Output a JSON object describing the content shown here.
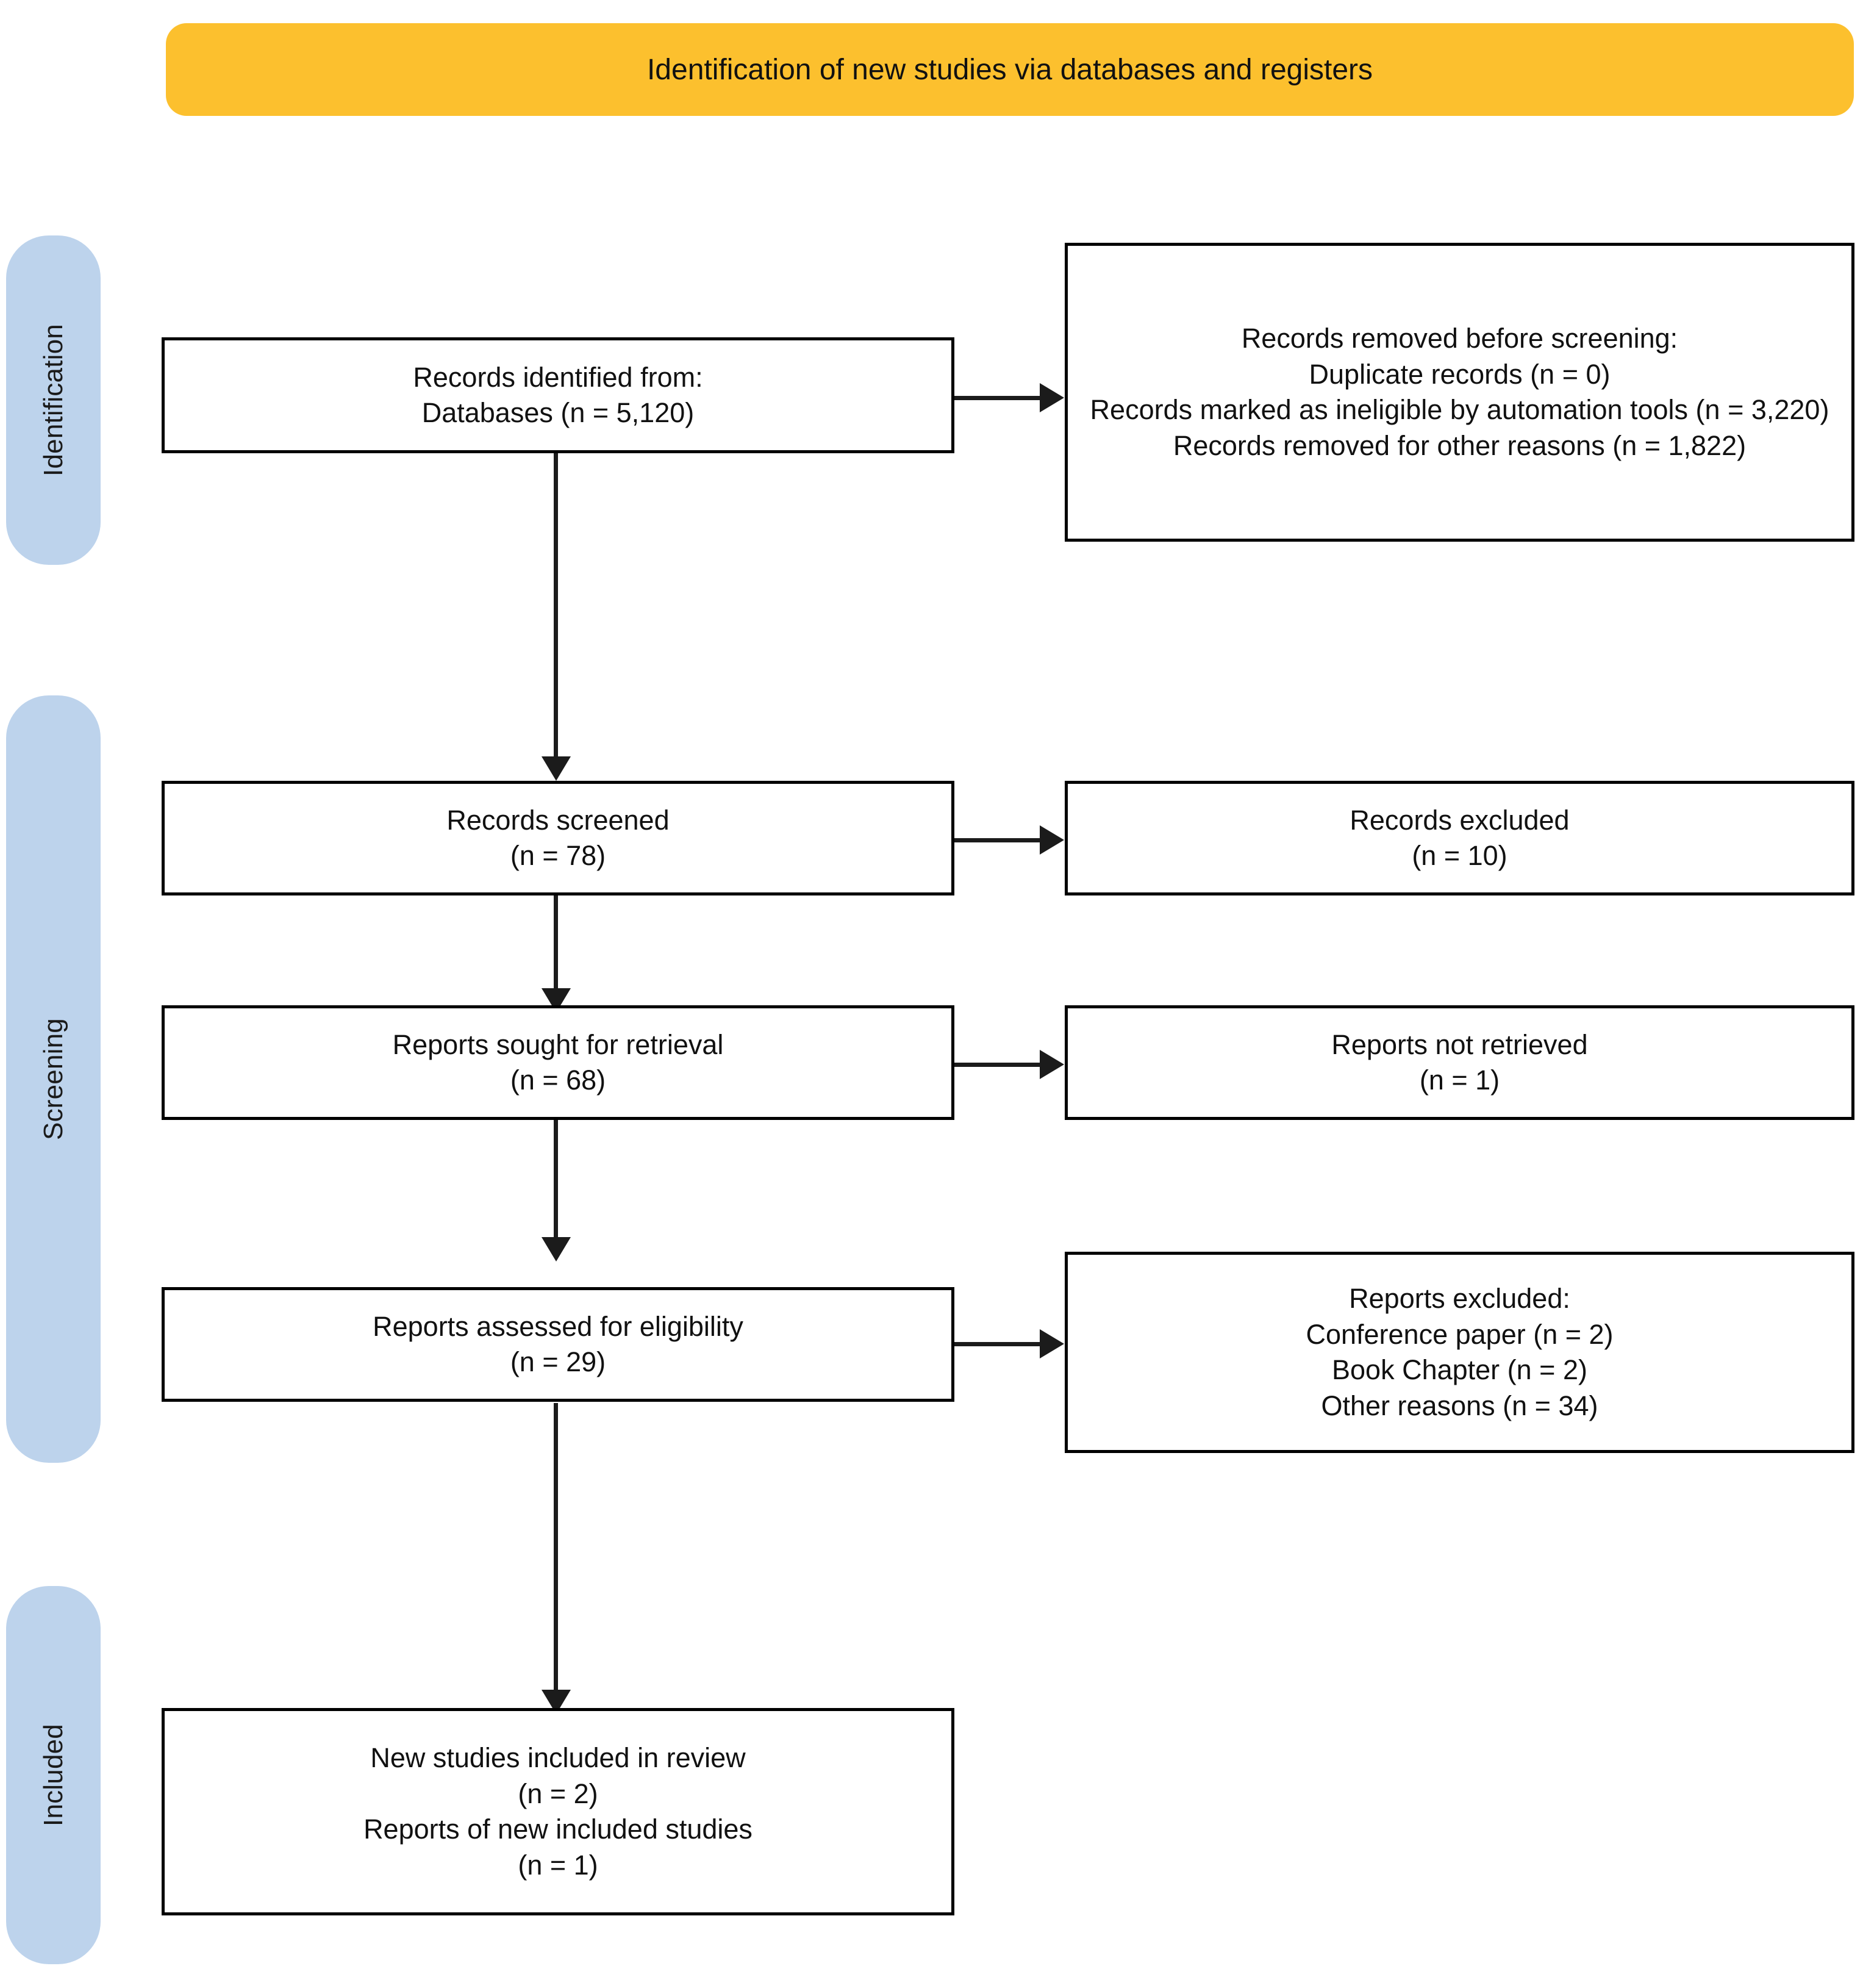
{
  "banner": {
    "title": "Identification of new studies via databases and registers",
    "color": "#fcc02e"
  },
  "phases": [
    {
      "id": "identification",
      "label": "Identification",
      "color": "#bdd3ec"
    },
    {
      "id": "screening",
      "label": "Screening",
      "color": "#bdd3ec"
    },
    {
      "id": "included",
      "label": "Included",
      "color": "#bdd3ec"
    }
  ],
  "boxes": {
    "records_identified": {
      "text": "Records identified from:\nDatabases (n = 5,120)"
    },
    "records_removed": {
      "text": "Records removed before screening:\nDuplicate records (n = 0)\nRecords marked as ineligible by automation tools (n = 3,220)\nRecords removed for other reasons (n = 1,822)"
    },
    "records_screened": {
      "text": "Records screened\n(n = 78)"
    },
    "records_excluded": {
      "text": "Records excluded\n(n = 10)"
    },
    "reports_sought": {
      "text": "Reports sought for retrieval\n(n = 68)"
    },
    "reports_not_retrieved": {
      "text": "Reports not retrieved\n(n = 1)"
    },
    "reports_assessed": {
      "text": "Reports assessed for eligibility\n(n = 29)"
    },
    "reports_excluded": {
      "text": "Reports excluded:\nConference paper (n = 2)\nBook Chapter (n = 2)\nOther reasons (n = 34)"
    },
    "new_studies_included": {
      "text": "New studies included in review\n(n = 2)\nReports of new included studies\n(n = 1)"
    }
  },
  "chart_data": {
    "type": "diagram",
    "title": "PRISMA 2020 flow diagram — Identification of new studies via databases and registers",
    "phases": [
      "Identification",
      "Screening",
      "Included"
    ],
    "nodes": [
      {
        "id": "records_identified",
        "phase": "Identification",
        "label": "Records identified from: Databases",
        "n": 5120
      },
      {
        "id": "duplicate_records",
        "phase": "Identification",
        "label": "Duplicate records removed",
        "n": 0
      },
      {
        "id": "ineligible_automation",
        "phase": "Identification",
        "label": "Records marked as ineligible by automation tools",
        "n": 3220
      },
      {
        "id": "removed_other",
        "phase": "Identification",
        "label": "Records removed for other reasons",
        "n": 1822
      },
      {
        "id": "records_screened",
        "phase": "Screening",
        "label": "Records screened",
        "n": 78
      },
      {
        "id": "records_excluded",
        "phase": "Screening",
        "label": "Records excluded",
        "n": 10
      },
      {
        "id": "reports_sought",
        "phase": "Screening",
        "label": "Reports sought for retrieval",
        "n": 68
      },
      {
        "id": "reports_not_retrieved",
        "phase": "Screening",
        "label": "Reports not retrieved",
        "n": 1
      },
      {
        "id": "reports_assessed",
        "phase": "Screening",
        "label": "Reports assessed for eligibility",
        "n": 29
      },
      {
        "id": "excluded_conference_paper",
        "phase": "Screening",
        "label": "Reports excluded: Conference paper",
        "n": 2
      },
      {
        "id": "excluded_book_chapter",
        "phase": "Screening",
        "label": "Reports excluded: Book Chapter",
        "n": 2
      },
      {
        "id": "excluded_other_reasons",
        "phase": "Screening",
        "label": "Reports excluded: Other reasons",
        "n": 34
      },
      {
        "id": "new_studies_included",
        "phase": "Included",
        "label": "New studies included in review",
        "n": 2
      },
      {
        "id": "reports_new_included",
        "phase": "Included",
        "label": "Reports of new included studies",
        "n": 1
      }
    ],
    "edges": [
      {
        "from": "records_identified",
        "to": "records_removed",
        "direction": "right"
      },
      {
        "from": "records_identified",
        "to": "records_screened",
        "direction": "down"
      },
      {
        "from": "records_screened",
        "to": "records_excluded",
        "direction": "right"
      },
      {
        "from": "records_screened",
        "to": "reports_sought",
        "direction": "down"
      },
      {
        "from": "reports_sought",
        "to": "reports_not_retrieved",
        "direction": "right"
      },
      {
        "from": "reports_sought",
        "to": "reports_assessed",
        "direction": "down"
      },
      {
        "from": "reports_assessed",
        "to": "reports_excluded",
        "direction": "right"
      },
      {
        "from": "reports_assessed",
        "to": "new_studies_included",
        "direction": "down"
      }
    ]
  }
}
